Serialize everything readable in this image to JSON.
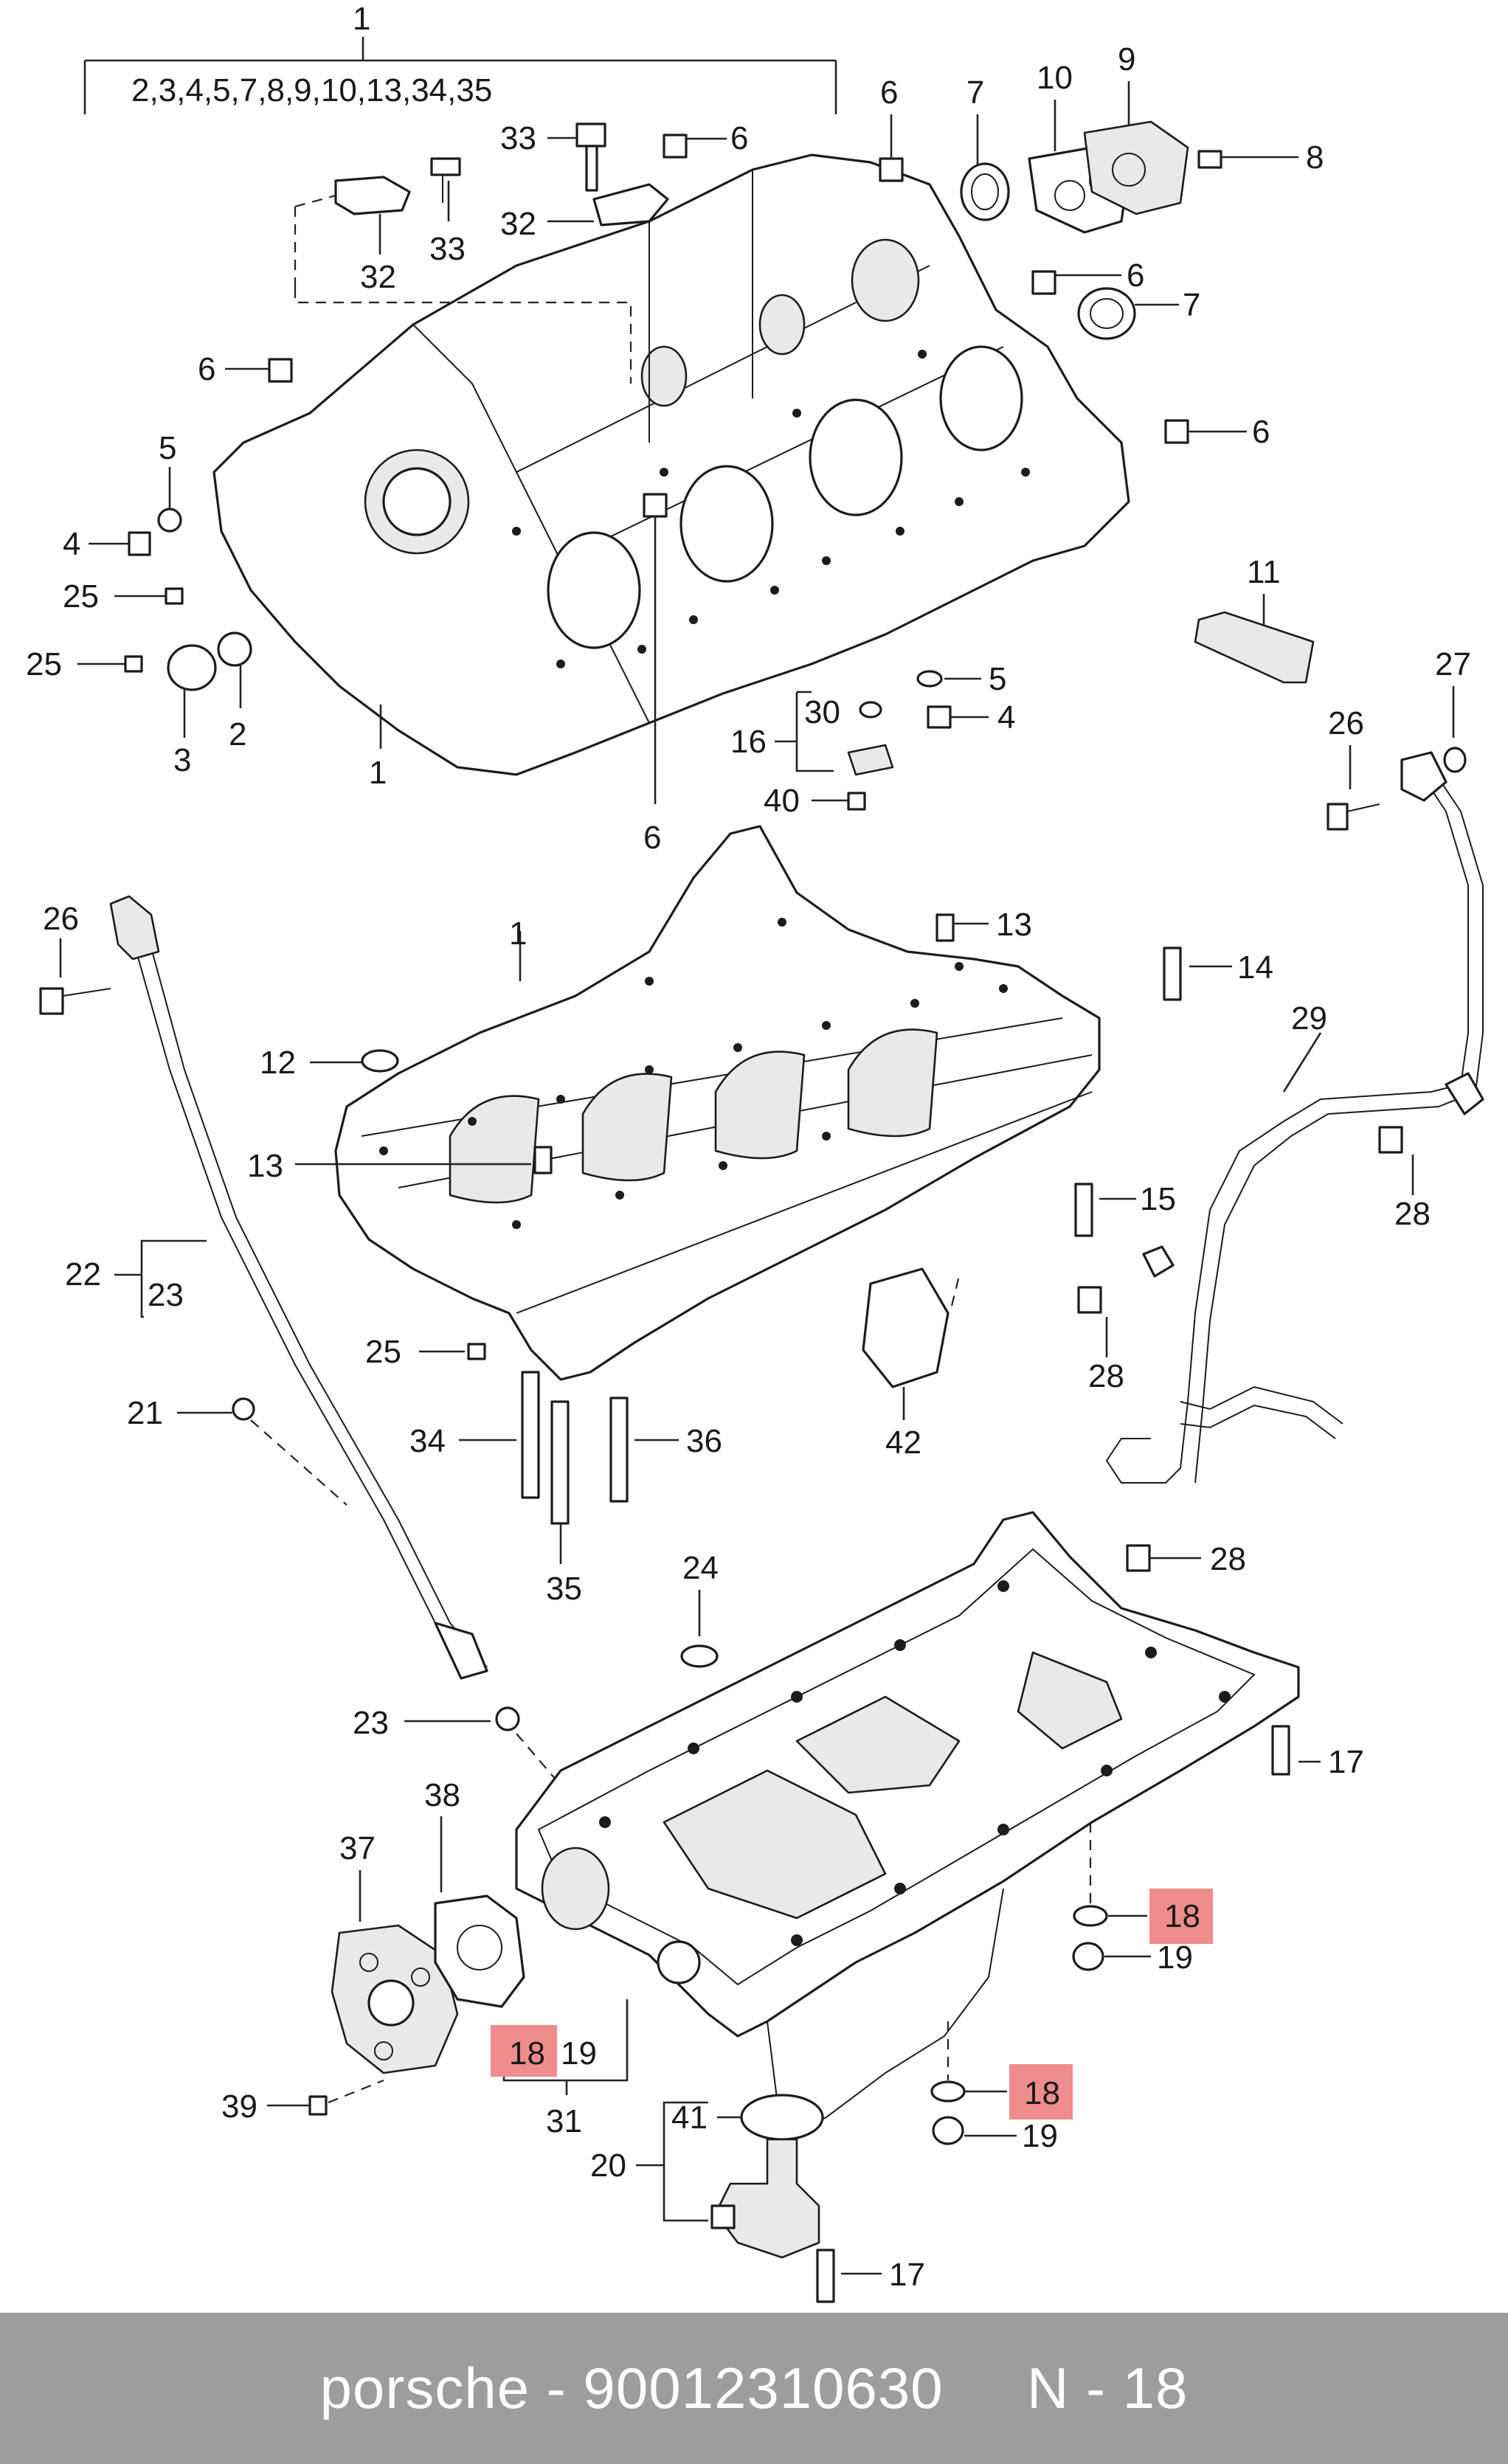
{
  "diagram": {
    "header_refs": "2,3,4,5,7,8,9,10,13,34,35",
    "labels": {
      "L1": "1",
      "L1b": "1",
      "L1c": "1",
      "L2": "2",
      "L3": "3",
      "L4a": "4",
      "L4b": "4",
      "L5a": "5",
      "L5b": "5",
      "L6a": "6",
      "L6b": "6",
      "L6c": "6",
      "L6d": "6",
      "L6e": "6",
      "L6f": "6",
      "L7a": "7",
      "L7b": "7",
      "L8": "8",
      "L9": "9",
      "L10": "10",
      "L11": "11",
      "L12": "12",
      "L13a": "13",
      "L13b": "13",
      "L14": "14",
      "L15": "15",
      "L16": "16",
      "L17a": "17",
      "L17b": "17",
      "L18a": "18",
      "L18b": "18",
      "L18c": "18",
      "L19a": "19",
      "L19b": "19",
      "L19c": "19",
      "L20": "20",
      "L21": "21",
      "L22": "22",
      "L23a": "23",
      "L23b": "23",
      "L24": "24",
      "L25a": "25",
      "L25b": "25",
      "L25c": "25",
      "L26a": "26",
      "L26b": "26",
      "L27": "27",
      "L28a": "28",
      "L28b": "28",
      "L28c": "28",
      "L29": "29",
      "L30": "30",
      "L31": "31",
      "L32a": "32",
      "L32b": "32",
      "L33a": "33",
      "L33b": "33",
      "L34": "34",
      "L35": "35",
      "L36": "36",
      "L37": "37",
      "L38": "38",
      "L39": "39",
      "L40": "40",
      "L41": "41",
      "L42": "42"
    },
    "highlight_color": "#ef8c8c"
  },
  "footer": {
    "text": "porsche - 90012310630     N - 18",
    "background": "#9d9d9d"
  }
}
